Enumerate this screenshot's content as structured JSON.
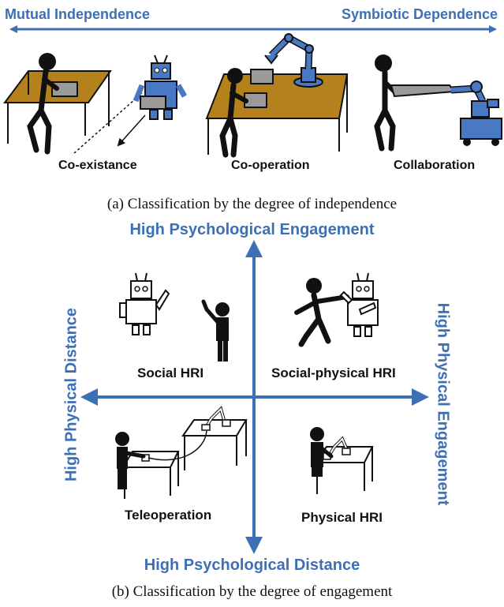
{
  "panel_a": {
    "left_label": "Mutual Independence",
    "right_label": "Symbiotic Dependence",
    "scenes": [
      {
        "label": "Co-existance"
      },
      {
        "label": "Co-operation"
      },
      {
        "label": "Collaboration"
      }
    ],
    "caption": "(a) Classification by the degree of independence"
  },
  "panel_b": {
    "top_label": "High Psychological Engagement",
    "bottom_label": "High Psychological Distance",
    "left_label": "High Physical Distance",
    "right_label": "High Physical Engagement",
    "quadrants": {
      "top_left": "Social HRI",
      "top_right": "Social-physical HRI",
      "bottom_left": "Teleoperation",
      "bottom_right": "Physical HRI"
    },
    "caption": "(b) Classification by the degree of engagement"
  },
  "colors": {
    "accent_blue": "#3d6fb5",
    "robot_blue": "#4a79c4",
    "table_brown": "#b5811c",
    "gray_box": "#9a9a9a"
  }
}
